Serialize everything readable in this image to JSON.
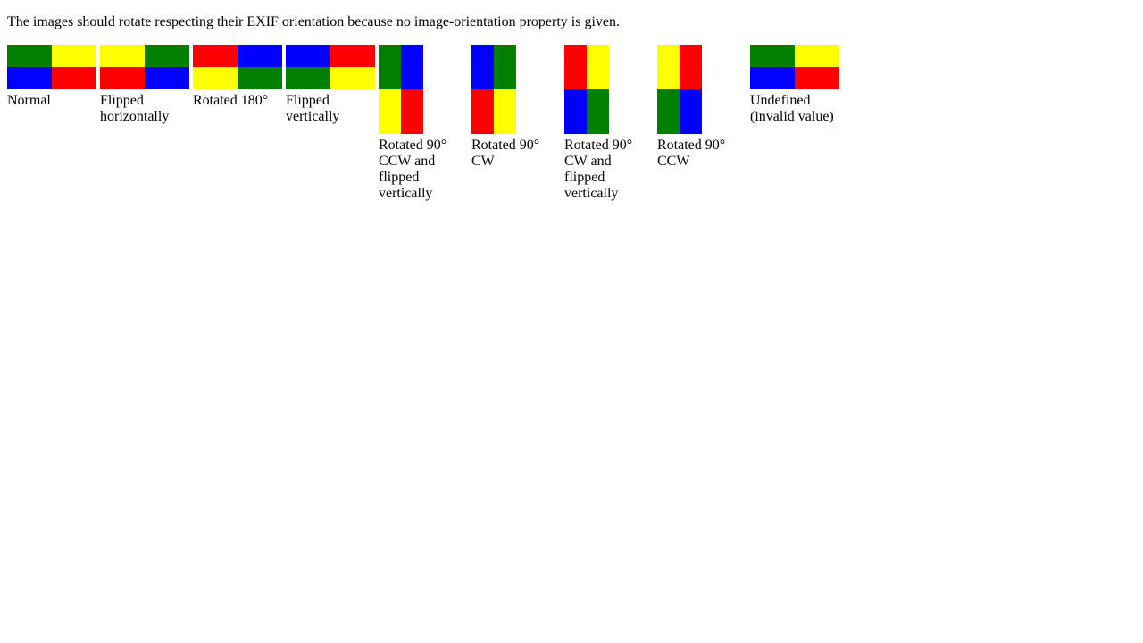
{
  "intro_text": "The images should rotate respecting their EXIF orientation because no image-orientation property is given.",
  "colors": {
    "green": "#008000",
    "yellow": "#ffff00",
    "blue": "#0000ff",
    "red": "#ff0000"
  },
  "images": [
    {
      "caption": "Normal",
      "shape": "landscape",
      "cells": [
        "green",
        "yellow",
        "blue",
        "red"
      ]
    },
    {
      "caption": "Flipped horizontally",
      "shape": "landscape",
      "cells": [
        "yellow",
        "green",
        "red",
        "blue"
      ]
    },
    {
      "caption": "Rotated 180°",
      "shape": "landscape",
      "cells": [
        "red",
        "blue",
        "yellow",
        "green"
      ]
    },
    {
      "caption": "Flipped vertically",
      "shape": "landscape",
      "cells": [
        "blue",
        "red",
        "green",
        "yellow"
      ]
    },
    {
      "caption": "Rotated 90° CCW and flipped vertically",
      "shape": "portrait",
      "cells": [
        "green",
        "blue",
        "yellow",
        "red"
      ]
    },
    {
      "caption": "Rotated 90° CW",
      "shape": "portrait",
      "cells": [
        "blue",
        "green",
        "red",
        "yellow"
      ]
    },
    {
      "caption": "Rotated 90° CW and flipped vertically",
      "shape": "portrait",
      "cells": [
        "red",
        "yellow",
        "blue",
        "green"
      ]
    },
    {
      "caption": "Rotated 90° CCW",
      "shape": "portrait",
      "cells": [
        "yellow",
        "red",
        "green",
        "blue"
      ]
    },
    {
      "caption": "Undefined (invalid value)",
      "shape": "landscape",
      "cells": [
        "green",
        "yellow",
        "blue",
        "red"
      ]
    }
  ]
}
